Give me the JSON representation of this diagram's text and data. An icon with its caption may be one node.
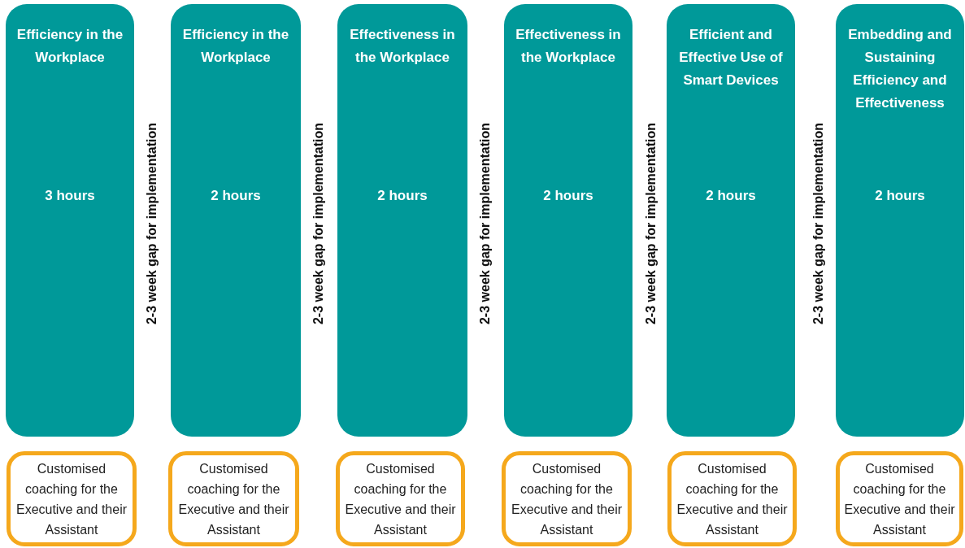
{
  "diagram": {
    "nodes": [
      {
        "text": [
          "Efficiency in the Workplace",
          "3 hours"
        ]
      },
      {
        "text": [
          "Efficiency in the Workplace",
          "2 hours"
        ]
      },
      {
        "text": [
          "Effectiveness in the Workplace",
          "2 hours"
        ]
      },
      {
        "text": [
          "Effectiveness in the Workplace",
          "2 hours"
        ]
      },
      {
        "text": [
          "Efficient and Effective Use of Smart Devices",
          "2 hours"
        ]
      },
      {
        "text": [
          "Embedding and Sustaining Efficiency and Effectiveness",
          "2 hours"
        ]
      },
      {
        "text": [
          "Customised coaching for the Executive and their Assistant"
        ]
      },
      {
        "text": [
          "Customised coaching for the Executive and their Assistant"
        ]
      },
      {
        "text": [
          "Customised coaching for the Executive and their Assistant"
        ]
      },
      {
        "text": [
          "Customised coaching for the Executive and their Assistant"
        ]
      },
      {
        "text": [
          "Customised coaching for the Executive and their Assistant"
        ]
      },
      {
        "text": [
          "Customised coaching for the Executive and their Assistant"
        ]
      }
    ],
    "labels": [
      "2-3 week gap for implementation",
      "2-3 week gap for implementation",
      "2-3 week gap for implementation",
      "2-3 week gap for implementation",
      "2-3 week gap for implementation"
    ]
  }
}
